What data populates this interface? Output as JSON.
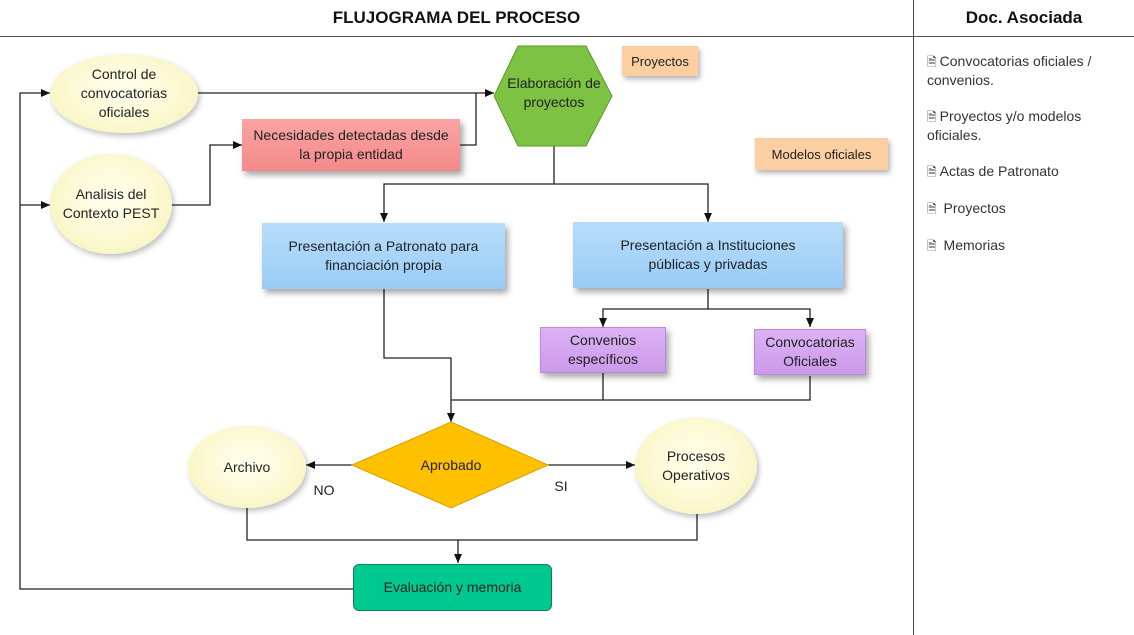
{
  "header": {
    "title": "FLUJOGRAMA DEL PROCESO",
    "side_title": "Doc. Asociada"
  },
  "nodes": {
    "control": "Control de convocatorias oficiales",
    "analisis": "Analisis del Contexto PEST",
    "necesidades": "Necesidades detectadas desde la propia entidad",
    "elaboracion": "Elaboración de proyectos",
    "proyectos_note": "Proyectos",
    "modelos_note": "Modelos oficiales",
    "patronato": "Presentación a Patronato para financiación propia",
    "instituciones": "Presentación a Instituciones públicas y privadas",
    "convenios": "Convenios específicos",
    "convocatorias": "Convocatorias Oficiales",
    "aprobado": "Aprobado",
    "archivo": "Archivo",
    "procesos": "Procesos Operativos",
    "evaluacion": "Evaluación y memoria",
    "no_label": "NO",
    "si_label": "SI"
  },
  "docs": {
    "icon": "document-icon",
    "items": [
      "Convocatorias oficiales / convenios.",
      "Proyectos y/o modelos oficiales.",
      "Actas de Patronato",
      "Proyectos",
      "Memorias"
    ]
  },
  "colors": {
    "ellipse": "#fbf8cf",
    "red_box": "#f48a8a",
    "blue_box": "#99ccf6",
    "purple_box": "#cc9aeb",
    "hexagon": "#7dc242",
    "diamond": "#ffc000",
    "note": "#fbcfa2",
    "green_box": "#00c98f"
  }
}
